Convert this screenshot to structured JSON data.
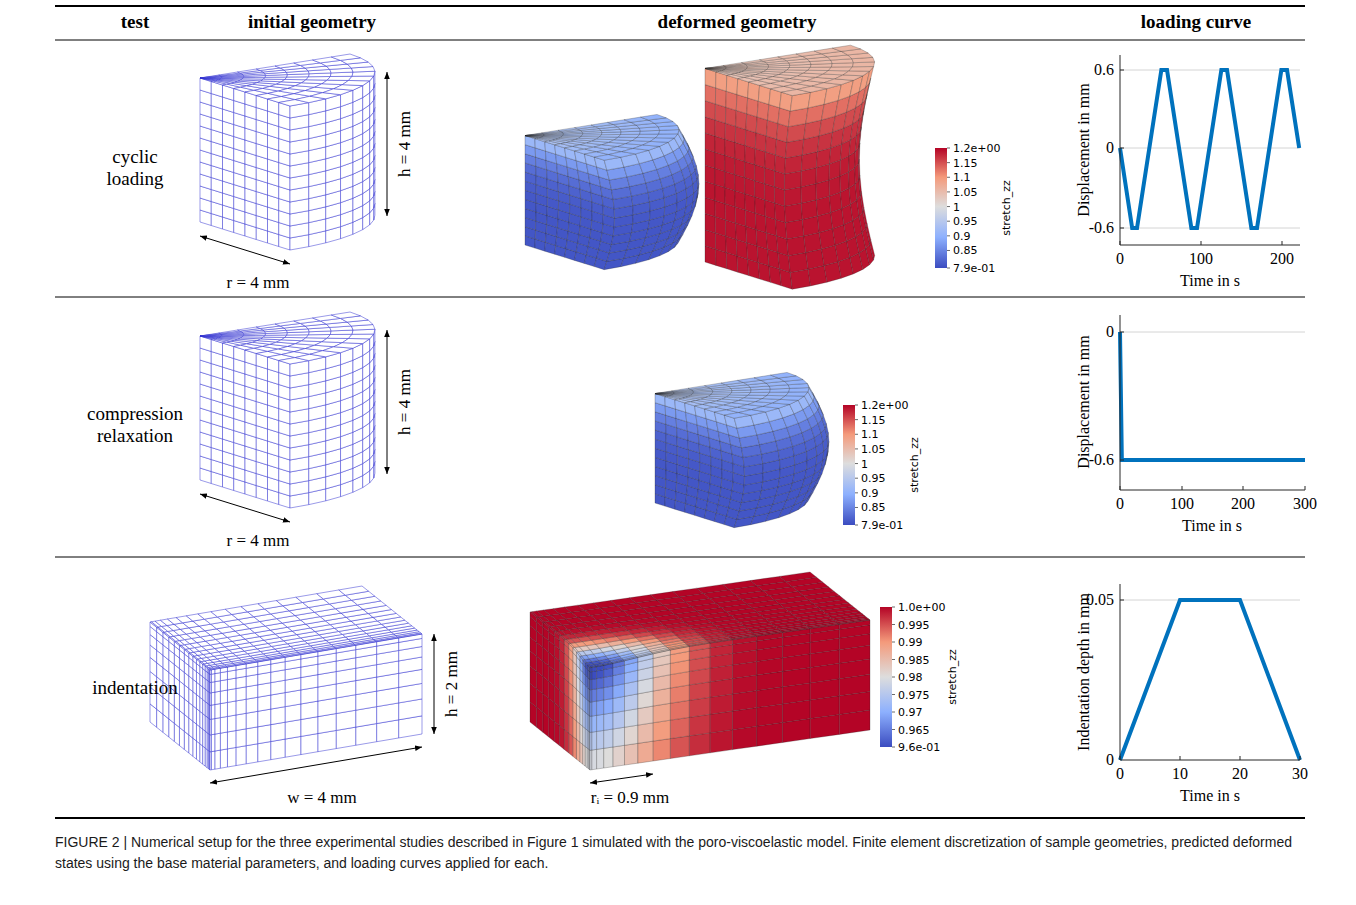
{
  "diagram": {
    "caption": "FIGURE 2 | Numerical setup for the three experimental studies described in Figure 1 simulated with the poro-viscoelastic model. Finite element discretization of sample geometries, predicted deformed states using the base material parameters, and loading curves applied for each.",
    "labels": [
      "test",
      "initial geometry",
      "deformed geometry",
      "loading curve",
      "cyclic loading",
      "h = 4 mm",
      "r = 4 mm",
      "1.2e+00",
      "1.15",
      "1.1",
      "1.05",
      "1",
      "0.95",
      "0.9",
      "0.85",
      "7.9e-01",
      "stretch_zz",
      "Displacement in mm",
      "0.6",
      "0",
      "-0.6",
      "0",
      "100",
      "200",
      "Time in s",
      "compression relaxation",
      "h = 4 mm",
      "r = 4 mm",
      "1.2e+00",
      "1.15",
      "1.1",
      "1.05",
      "1",
      "0.95",
      "0.9",
      "0.85",
      "7.9e-01",
      "stretch_zz",
      "Displacement in mm",
      "0",
      "-0.6",
      "0",
      "100",
      "200",
      "300",
      "Time in s",
      "indentation",
      "h = 2 mm",
      "w = 4 mm",
      "rᵢ = 0.9 mm",
      "1.0e+00",
      "0.995",
      "0.99",
      "0.985",
      "0.98",
      "0.975",
      "0.97",
      "0.965",
      "9.6e-01",
      "stretch_zz",
      "Indentation depth in mm",
      "0.05",
      "0",
      "0",
      "10",
      "20",
      "30",
      "Time in s"
    ]
  }
}
